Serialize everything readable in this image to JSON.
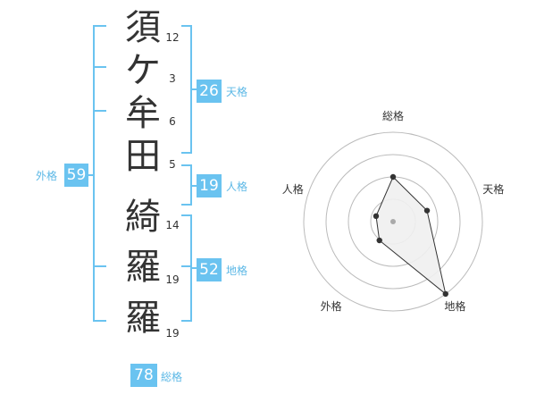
{
  "name": {
    "chars": [
      {
        "char": "須",
        "strokes": "12"
      },
      {
        "char": "ケ",
        "strokes": "3"
      },
      {
        "char": "牟",
        "strokes": "6"
      },
      {
        "char": "田",
        "strokes": "5"
      },
      {
        "char": "綺",
        "strokes": "14"
      },
      {
        "char": "羅",
        "strokes": "19"
      },
      {
        "char": "羅",
        "strokes": "19"
      }
    ]
  },
  "fortune": {
    "tenkaku": {
      "label": "天格",
      "value": "26"
    },
    "jinkaku": {
      "label": "人格",
      "value": "19"
    },
    "chikaku": {
      "label": "地格",
      "value": "52"
    },
    "gaikaku": {
      "label": "外格",
      "value": "59"
    },
    "soukaku": {
      "label": "総格",
      "value": "78"
    }
  },
  "chart_data": {
    "type": "radar",
    "axes": [
      "総格",
      "天格",
      "地格",
      "外格",
      "人格"
    ],
    "values": [
      2.5,
      2,
      5,
      1.3,
      1
    ],
    "rmax": 5,
    "rings": 4,
    "colors": {
      "ring": "#bbbbbb",
      "line": "#333333",
      "fill": "#f0f0f0",
      "point": "#333333",
      "center": "#aaaaaa"
    }
  }
}
